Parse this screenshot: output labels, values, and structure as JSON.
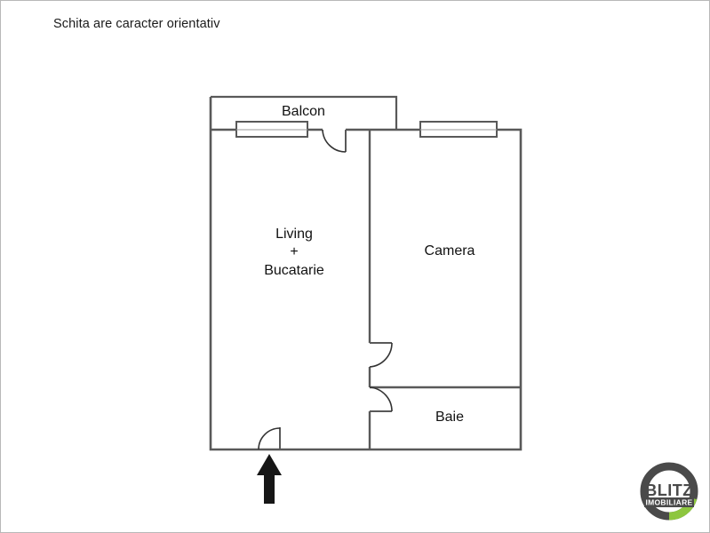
{
  "page": {
    "disclaimer_note": "Schita are caracter orientativ",
    "background_color": "#ffffff",
    "border_color": "#b8b8b8",
    "wall_color": "#595959",
    "text_color": "#111111"
  },
  "floorplan": {
    "type": "apartment-floor-plan",
    "rooms": [
      {
        "id": "balcon",
        "label": "Balcon"
      },
      {
        "id": "living",
        "label": "Living\n+\nBucatarie",
        "line1": "Living",
        "line2": "+",
        "line3": "Bucatarie"
      },
      {
        "id": "camera",
        "label": "Camera"
      },
      {
        "id": "baie",
        "label": "Baie"
      }
    ],
    "features": {
      "windows": [
        {
          "name": "balcony-window",
          "room": "balcon"
        },
        {
          "name": "camera-window",
          "room": "camera"
        }
      ],
      "doors": [
        {
          "name": "balcony-door",
          "between": "balcon-living"
        },
        {
          "name": "camera-door",
          "between": "living-camera"
        },
        {
          "name": "baie-door",
          "between": "living-baie"
        },
        {
          "name": "entrance-door",
          "between": "exterior-living"
        }
      ],
      "entrance_arrow": {
        "name": "entrance-arrow",
        "direction": "up"
      }
    }
  },
  "logo": {
    "brand_primary": "BLITZ",
    "brand_secondary": "IMOBILIARE",
    "ring_color": "#4a4a4a",
    "accent_color": "#8dc63f"
  }
}
